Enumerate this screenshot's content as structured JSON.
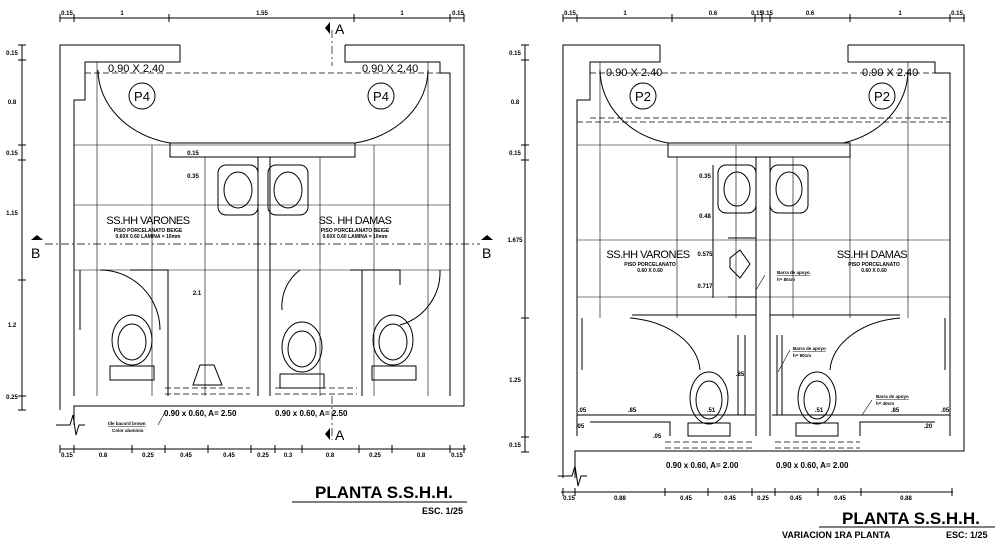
{
  "left_plan": {
    "title": "PLANTA S.S.H.H.",
    "scale": "ESC. 1/25",
    "top_dims": [
      "0.15",
      "1",
      "1.55",
      "1",
      "0.15"
    ],
    "left_dims": [
      "0.15",
      "0.8",
      "0.15",
      "1.15",
      "1.2",
      "0.25"
    ],
    "inner_dims": [
      "0.15",
      "0.35",
      "2.1"
    ],
    "bottom_dims": [
      "0.15",
      "0.8",
      "0.25",
      "0.45",
      "0.45",
      "0.25",
      "0.3",
      "0.8",
      "0.25",
      "0.8",
      "0.15"
    ],
    "doors": [
      "0.90 X 2.40",
      "0.90 X 2.40"
    ],
    "door_tags": [
      "P4",
      "P4"
    ],
    "rooms": [
      {
        "name": "SS.HH VARONES",
        "line1": "PISO PORCELANATO BEIGE",
        "line2": "0.60X 0.60 LAMINA = 10mm"
      },
      {
        "name": "SS. HH DAMAS",
        "line1": "PISO PORCELANATO BEIGE",
        "line2": "0.60X 0.60 LAMINA = 10mm"
      }
    ],
    "windows": [
      "0.90 x 0.60, A= 2.50",
      "0.90 x 0.60, A= 2.50"
    ],
    "note": [
      "tile bacord brown",
      "Color aluminio"
    ],
    "section_labels": {
      "a_top": "A",
      "a_bottom": "A",
      "b_left": "B",
      "b_right": "B"
    }
  },
  "right_plan": {
    "title": "PLANTA S.S.H.H.",
    "subtitle": "VARIACION 1RA PLANTA",
    "scale": "ESC: 1/25",
    "top_dims": [
      "0.15",
      "1",
      "0.6",
      "0.15",
      "0.15",
      "0.6",
      "1",
      "0.15"
    ],
    "left_dims": [
      "0.15",
      "0.8",
      "0.15",
      "1.675",
      "1.25",
      "0.15"
    ],
    "inner_dims": [
      "0.35",
      "0.48",
      "0.575",
      "0.717",
      ".85",
      ".05",
      ".05",
      ".85",
      ".51",
      ".51",
      ".85",
      ".05",
      ".05",
      ".20"
    ],
    "bottom_dims": [
      "0.15",
      "0.88",
      "0.45",
      "0.45",
      "0.25",
      "0.45",
      "0.45",
      "0.88"
    ],
    "doors": [
      "0.90 X 2.40",
      "0.90 X 2.40"
    ],
    "door_tags": [
      "P2",
      "P2"
    ],
    "rooms": [
      {
        "name": "SS.HH VARONES",
        "line1": "PISO PORCELANATO",
        "line2": "0.60 X 0.60"
      },
      {
        "name": "SS.HH DAMAS",
        "line1": "PISO PORCELANATO",
        "line2": "0.60 X 0.60"
      }
    ],
    "windows": [
      "0.90 x 0.60, A= 2.00",
      "0.90 x 0.60, A= 2.00"
    ],
    "notes": [
      {
        "line1": "Barra de apoyo",
        "line2": "h= 80cm"
      },
      {
        "line1": "Barra de apoyo",
        "line2": "h= 80cm"
      },
      {
        "line1": "Barra de apoyo",
        "line2": "h= 40cm"
      }
    ]
  }
}
